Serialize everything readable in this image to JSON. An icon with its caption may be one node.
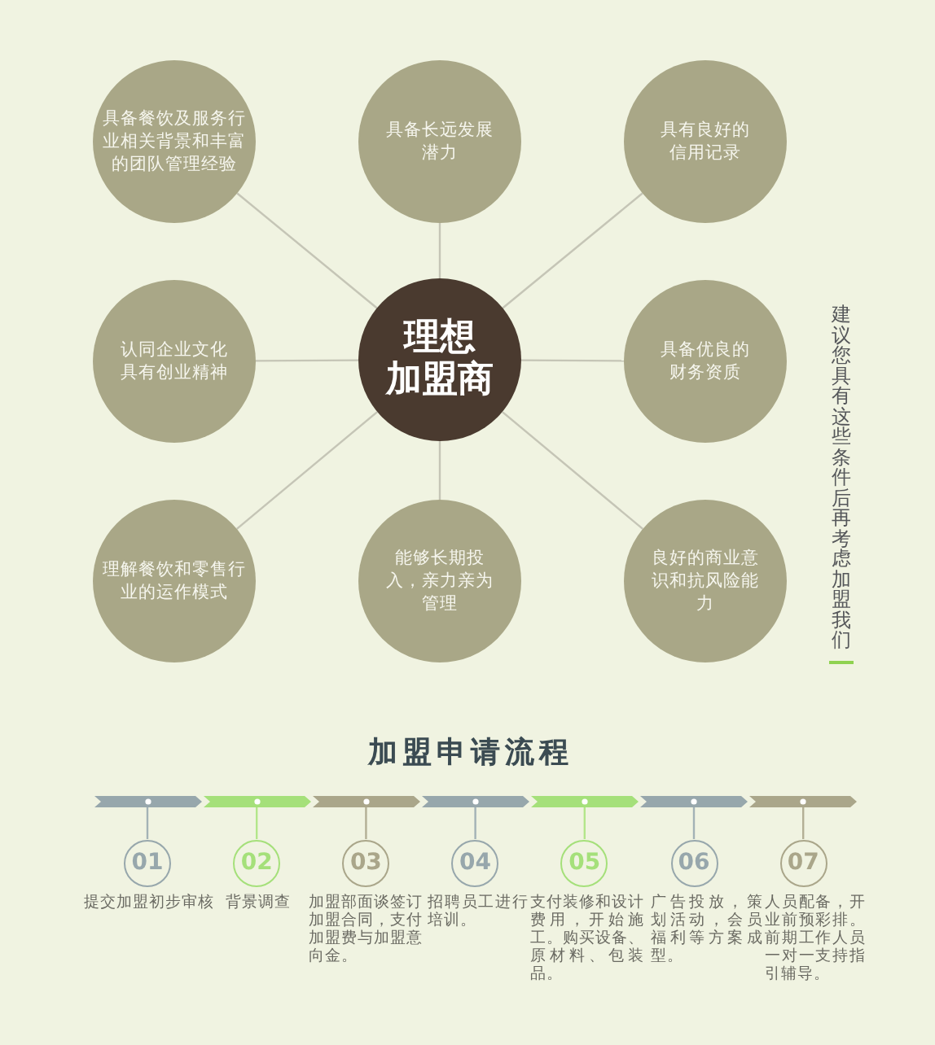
{
  "diagram": {
    "nodes": [
      {
        "text": [
          "具备餐饮及服务行业相关背景和丰富的团队管理经验"
        ]
      },
      {
        "text": [
          "具备长远发展潜力"
        ]
      },
      {
        "text": [
          "具有良好的信用记录"
        ]
      },
      {
        "text": [
          "认同企业文化具有创业精神"
        ]
      },
      {
        "text": [
          "理想加盟商"
        ]
      },
      {
        "text": [
          "具备优良的财务资质"
        ]
      },
      {
        "text": [
          "理解餐饮和零售行业的运作模式"
        ]
      },
      {
        "text": [
          "能够长期投入，亲力亲为管理"
        ]
      },
      {
        "text": [
          "良好的商业意识和抗风险能力"
        ]
      },
      {
        "text": [],
        "shape": "bar"
      },
      {
        "text": [],
        "shape": "bar"
      },
      {
        "text": [],
        "shape": "bar"
      },
      {
        "text": [],
        "shape": "bar"
      },
      {
        "text": [],
        "shape": "bar"
      },
      {
        "text": [],
        "shape": "bar"
      },
      {
        "text": [],
        "shape": "bar"
      },
      {
        "text": [
          "01"
        ],
        "beside": [
          "提交加盟初步审核"
        ]
      },
      {
        "text": [
          "02"
        ],
        "beside": [
          "背景调查"
        ]
      },
      {
        "text": [
          "03"
        ],
        "beside": [
          "加盟部面谈签订加盟合同，支付加盟费与加盟意向金。"
        ]
      },
      {
        "text": [
          "04"
        ],
        "beside": [
          "招聘员工进行培训。"
        ]
      },
      {
        "text": [
          "05"
        ],
        "beside": [
          "支付装修和设计费用，开始施工。购买设备、原材料、包装品。"
        ]
      },
      {
        "text": [
          "06"
        ],
        "beside": [
          "广告投放，策划活动，会员福利等方案成型。"
        ]
      },
      {
        "text": [
          "07"
        ],
        "beside": [
          "人员配备，开业前预彩排。前期工作人员一对一支持指引辅导。"
        ]
      }
    ],
    "edges": [
      {
        "from": 4,
        "to": 0,
        "arrow": "none"
      },
      {
        "from": 4,
        "to": 1,
        "arrow": "none"
      },
      {
        "from": 4,
        "to": 2,
        "arrow": "none"
      },
      {
        "from": 4,
        "to": 3,
        "arrow": "none"
      },
      {
        "from": 4,
        "to": 5,
        "arrow": "none"
      },
      {
        "from": 4,
        "to": 6,
        "arrow": "none"
      },
      {
        "from": 4,
        "to": 7,
        "arrow": "none"
      },
      {
        "from": 4,
        "to": 8,
        "arrow": "none"
      },
      {
        "from": 9,
        "to": 16,
        "arrow": "none",
        "color": "#a3b2b6"
      },
      {
        "from": 10,
        "to": 17,
        "arrow": "none",
        "color": "#b3e68a"
      },
      {
        "from": 11,
        "to": 18,
        "arrow": "none",
        "color": "#b3af95"
      },
      {
        "from": 12,
        "to": 19,
        "arrow": "none",
        "color": "#a3b2b6"
      },
      {
        "from": 13,
        "to": 20,
        "arrow": "none",
        "color": "#b3e68a"
      },
      {
        "from": 14,
        "to": 21,
        "arrow": "none",
        "color": "#a3b2b6"
      },
      {
        "from": 15,
        "to": 22,
        "arrow": "none",
        "color": "#b3af95"
      }
    ],
    "labels": [
      "建议您具有这些条件后再考虑加盟我们",
      "加盟申请流程"
    ]
  }
}
